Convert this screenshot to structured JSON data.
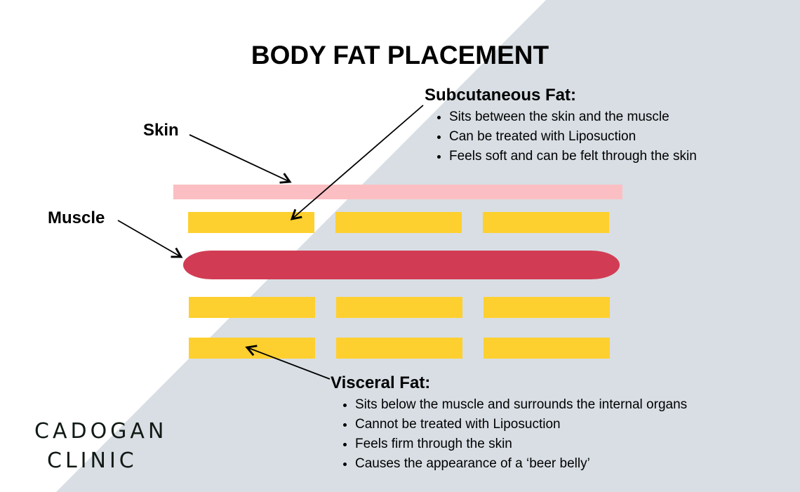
{
  "title": "BODY FAT PLACEMENT",
  "labels": {
    "skin": "Skin",
    "muscle": "Muscle"
  },
  "subcutaneous": {
    "heading": "Subcutaneous Fat:",
    "points": [
      "Sits between the skin and the muscle",
      "Can be treated with Liposuction",
      "Feels soft and can be felt through the skin"
    ]
  },
  "visceral": {
    "heading": "Visceral Fat:",
    "points": [
      "Sits below the muscle and surrounds the internal organs",
      "Cannot be treated with Liposuction",
      "Feels firm through the skin",
      "Causes the appearance of a ‘beer belly’"
    ]
  },
  "logo": {
    "line1": "CADOGAN",
    "line2": "CLINIC"
  },
  "colors": {
    "background_shape": "#d8dee4",
    "skin": "#fbbfc3",
    "fat": "#fed02f",
    "muscle": "#d13c54"
  }
}
